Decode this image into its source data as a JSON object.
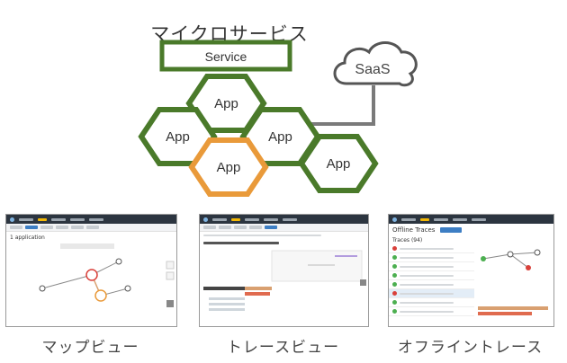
{
  "diagram": {
    "title": "マイクロサービス",
    "service_label": "Service",
    "saas_label": "SaaS",
    "app_label": "App",
    "colors": {
      "service_border": "#4a7a2a",
      "app_border_green": "#4a7a2a",
      "app_border_orange": "#e99a3a",
      "connector": "#7a7a7a",
      "cloud_border": "#555555"
    }
  },
  "views": [
    {
      "caption": "マップビュー",
      "app_count_label": "1 application"
    },
    {
      "caption": "トレースビュー"
    },
    {
      "caption": "オフライントレース",
      "header": "Offline Traces",
      "traces_label": "Traces (94)"
    }
  ]
}
